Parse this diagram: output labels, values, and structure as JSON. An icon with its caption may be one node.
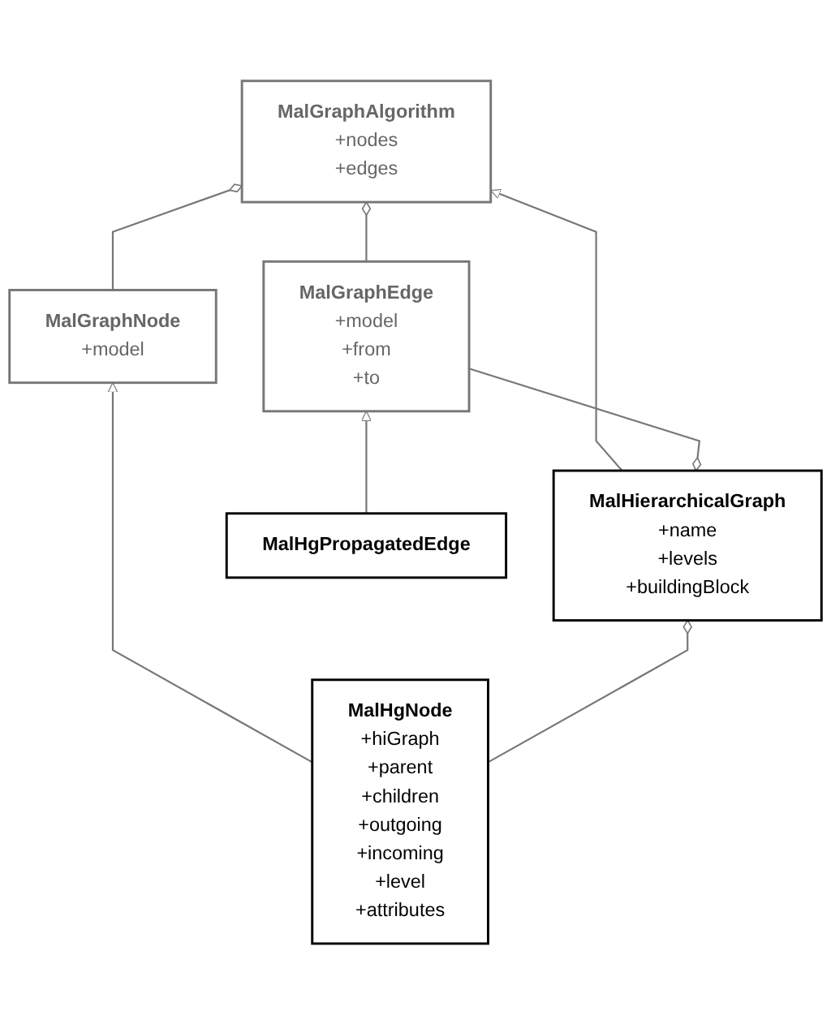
{
  "diagram": {
    "nodes": [
      {
        "text": [
          "MalGraphAlgorithm",
          "+nodes",
          "+edges"
        ]
      },
      {
        "text": [
          "MalGraphEdge",
          "+model",
          "+from",
          "+to"
        ]
      },
      {
        "text": [
          "MalGraphNode",
          "+model"
        ]
      },
      {
        "text": [
          "MalHierarchicalGraph",
          "+name",
          "+levels",
          "+buildingBlock"
        ]
      },
      {
        "text": [
          "MalHgNode",
          "+hiGraph",
          "+parent",
          "+children",
          "+outgoing",
          "+incoming",
          "+level",
          "+attributes"
        ]
      },
      {
        "text": [
          "MalHgPropagatedEdge"
        ]
      }
    ],
    "edges": [
      {
        "from": 1,
        "to": 0,
        "arrow": "other"
      },
      {
        "from": 2,
        "to": 0,
        "arrow": "other"
      },
      {
        "from": 3,
        "to": 0,
        "arrow": "to"
      },
      {
        "from": 1,
        "to": 3,
        "arrow": "other"
      },
      {
        "from": 5,
        "to": 1,
        "arrow": "to"
      },
      {
        "from": 4,
        "to": 2,
        "arrow": "to"
      },
      {
        "from": 4,
        "to": 3,
        "arrow": "other"
      }
    ]
  }
}
